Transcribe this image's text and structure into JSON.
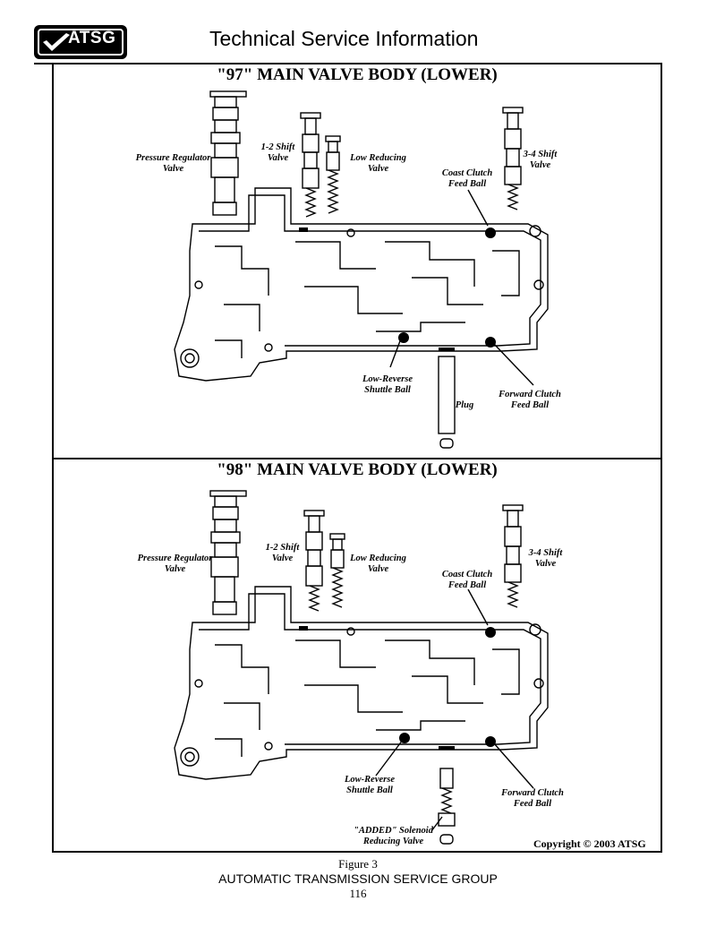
{
  "header": {
    "logo_text": "ATSG",
    "title": "Technical Service Information"
  },
  "panels": [
    {
      "title": "\"97\" MAIN VALVE BODY (LOWER)",
      "labels": {
        "pressure_regulator": [
          "Pressure Regulator",
          "Valve"
        ],
        "shift_1_2": [
          "1-2 Shift",
          "Valve"
        ],
        "low_reducing": [
          "Low Reducing",
          "Valve"
        ],
        "shift_3_4": [
          "3-4 Shift",
          "Valve"
        ],
        "coast_clutch": [
          "Coast Clutch",
          "Feed Ball"
        ],
        "low_reverse": [
          "Low-Reverse",
          "Shuttle Ball"
        ],
        "forward_clutch": [
          "Forward Clutch",
          "Feed Ball"
        ],
        "plug": "Plug"
      }
    },
    {
      "title": "\"98\" MAIN VALVE BODY (LOWER)",
      "labels": {
        "pressure_regulator": [
          "Pressure Regulator",
          "Valve"
        ],
        "shift_1_2": [
          "1-2 Shift",
          "Valve"
        ],
        "low_reducing": [
          "Low Reducing",
          "Valve"
        ],
        "shift_3_4": [
          "3-4 Shift",
          "Valve"
        ],
        "coast_clutch": [
          "Coast Clutch",
          "Feed Ball"
        ],
        "low_reverse": [
          "Low-Reverse",
          "Shuttle Ball"
        ],
        "forward_clutch": [
          "Forward Clutch",
          "Feed Ball"
        ],
        "solenoid_reducing": [
          "\"ADDED\" Solenoid",
          "Reducing Valve"
        ]
      }
    }
  ],
  "copyright": "Copyright © 2003 ATSG",
  "figure_caption": "Figure 3",
  "footer": "AUTOMATIC TRANSMISSION SERVICE GROUP",
  "page_number": "116"
}
